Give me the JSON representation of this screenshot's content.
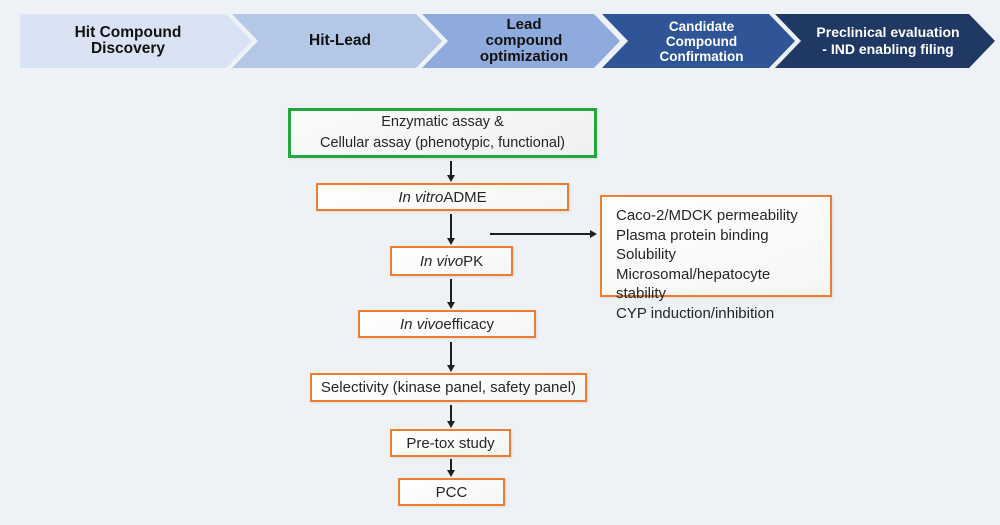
{
  "colors": {
    "page_bg": "#eef1f6",
    "stage_fills": [
      "#dae3f3",
      "#b4c7e7",
      "#8faadc",
      "#2f5597",
      "#1f3864"
    ],
    "green_border": "#25a53e",
    "orange_border": "#ed7d31",
    "arrow": "#1f1f1f"
  },
  "pipeline": {
    "stages": [
      {
        "label": "Hit Compound Discovery",
        "lines": [
          "Hit Compound",
          "Discovery"
        ]
      },
      {
        "label": "Hit-Lead",
        "lines": [
          "Hit-Lead"
        ]
      },
      {
        "label": "Lead compound optimization",
        "lines": [
          "Lead",
          "compound",
          "optimization"
        ]
      },
      {
        "label": "Candidate Compound Confirmation",
        "lines": [
          "Candidate",
          "Compound",
          "Confirmation"
        ]
      },
      {
        "label": "Preclinical evaluation - IND enabling filing",
        "lines": [
          "Preclinical evaluation",
          "- IND enabling filing"
        ]
      }
    ]
  },
  "flowchart": {
    "enzymatic": {
      "lines": [
        "Enzymatic assay &",
        "Cellular assay (phenotypic, functional)"
      ]
    },
    "adme": {
      "italic": "In vitro",
      "rest": " ADME"
    },
    "pk": {
      "italic": "In vivo",
      "rest": " PK"
    },
    "efficacy": {
      "italic": "In vivo",
      "rest": " efficacy"
    },
    "selectivity": {
      "label": "Selectivity (kinase panel, safety panel)"
    },
    "pretox": {
      "label": "Pre-tox study"
    },
    "pcc": {
      "label": "PCC"
    },
    "adme_details": {
      "items": [
        "Caco-2/MDCK permeability",
        "Plasma protein binding",
        "Solubility",
        "Microsomal/hepatocyte stability",
        "CYP induction/inhibition"
      ]
    }
  }
}
